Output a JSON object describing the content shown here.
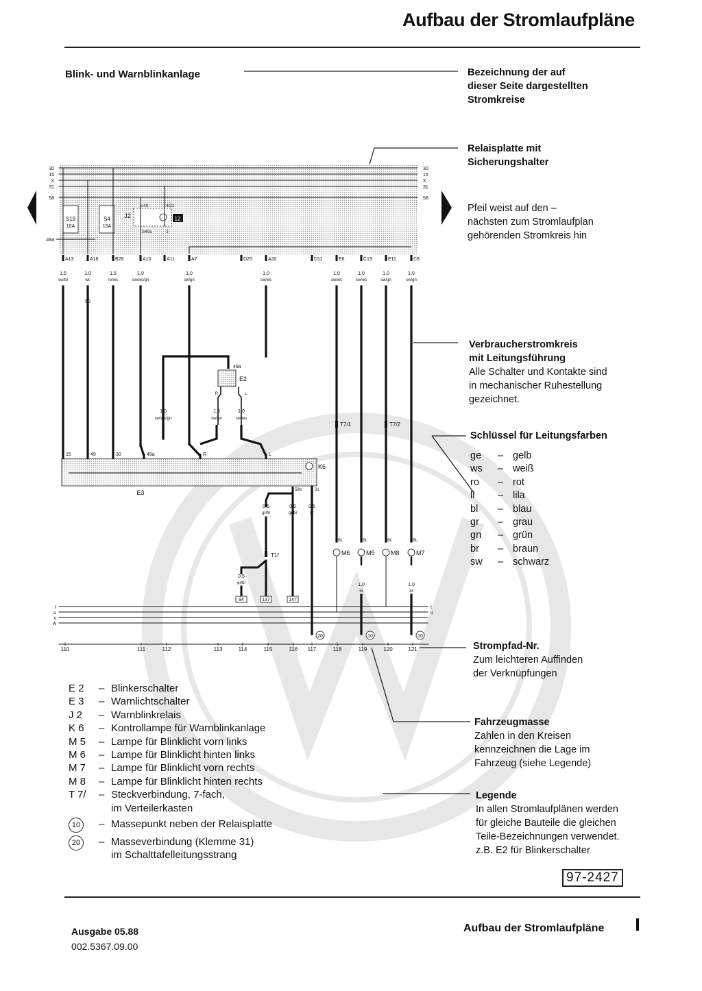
{
  "header": {
    "title": "Aufbau der Stromlaufpläne"
  },
  "circuit_title": "Blink- und Warnblinkanlage",
  "annotations": [
    {
      "lines": [
        "Bezeichnung der auf",
        "dieser Seite dargestellten",
        "Stromkreise"
      ],
      "bold_lines": 3
    },
    {
      "lines": [
        "Relaisplatte mit",
        "Sicherungshalter"
      ],
      "bold_lines": 2
    },
    {
      "lines": [
        "Pfeil weist auf den –",
        "nächsten zum Stromlaufplan",
        "gehörenden Stromkreis hin"
      ],
      "bold_lines": 0
    },
    {
      "lines": [
        "Verbraucherstromkreis",
        "mit Leitungsführung",
        "Alle Schalter und Kontakte sind",
        "in mechanischer Ruhestellung",
        "gezeichnet."
      ],
      "bold_lines": 2
    },
    {
      "lines": [
        "Strompfad-Nr.",
        "Zum leichteren Auffinden",
        "der Verknüpfungen"
      ],
      "bold_lines": 1
    },
    {
      "lines": [
        "Fahrzeugmasse",
        "Zahlen in den Kreisen",
        "kennzeichnen die Lage im",
        "Fahrzeug (siehe Legende)"
      ],
      "bold_lines": 1
    },
    {
      "lines": [
        "Legende",
        "In allen Stromlaufplänen werden",
        "für gleiche Bauteile die gleichen",
        "Teile-Bezeichnungen verwendet.",
        "z.B. E2 für Blinkerschalter"
      ],
      "bold_lines": 1
    }
  ],
  "color_key": {
    "heading": "Schlüssel für Leitungsfarben",
    "items": [
      {
        "code": "ge",
        "name": "gelb"
      },
      {
        "code": "ws",
        "name": "weiß"
      },
      {
        "code": "ro",
        "name": "rot"
      },
      {
        "code": "li",
        "name": "lila"
      },
      {
        "code": "bl",
        "name": "blau"
      },
      {
        "code": "gr",
        "name": "grau"
      },
      {
        "code": "gn",
        "name": "grün"
      },
      {
        "code": "br",
        "name": "braun"
      },
      {
        "code": "sw",
        "name": "schwarz"
      }
    ]
  },
  "legend": [
    {
      "code": "E 2",
      "desc": "Blinkerschalter"
    },
    {
      "code": "E 3",
      "desc": "Warnlichtschalter"
    },
    {
      "code": "J 2",
      "desc": "Warnblinkrelais"
    },
    {
      "code": "K 6",
      "desc": "Kontrollampe für Warnblinkanlage"
    },
    {
      "code": "M 5",
      "desc": "Lampe für Blinklicht vorn links"
    },
    {
      "code": "M 6",
      "desc": "Lampe für Blinklicht hinten links"
    },
    {
      "code": "M 7",
      "desc": "Lampe für Blinklicht vorn rechts"
    },
    {
      "code": "M 8",
      "desc": "Lampe für Blinklicht hinten rechts"
    },
    {
      "code": "T 7/",
      "desc": "Steckverbindung, 7-fach,\nim Verteilerkasten"
    },
    {
      "code": "10",
      "desc": "Massepunkt neben der Relaisplatte",
      "circled": true
    },
    {
      "code": "20",
      "desc": "Masseverbindung (Klemme 31)\nim Schalttafelleitungsstrang",
      "circled": true
    }
  ],
  "diagram": {
    "rails": [
      "30",
      "15",
      "X",
      "31",
      "58",
      "49a"
    ],
    "relay_components": [
      "S19",
      "10A",
      "S4",
      "15A",
      "J2",
      "12",
      "1/49",
      "4/31",
      "3/49a",
      "2"
    ],
    "connectors": [
      "A13",
      "A18",
      "B28",
      "A10",
      "A11",
      "A7",
      "D25",
      "A20",
      "D11",
      "E6",
      "C19",
      "E11",
      "C8"
    ],
    "wires": [
      {
        "size": "1,5",
        "color": "sw/bl"
      },
      {
        "size": "1,0",
        "color": "ws"
      },
      {
        "size": "1,5",
        "color": "ro/ws"
      },
      {
        "size": "1,0",
        "color": "sw/ws/gn"
      },
      {
        "size": "1,0",
        "color": "sw/gn"
      },
      {
        "size": "1,0",
        "color": "sw/ws"
      },
      {
        "size": "1,0",
        "color": "sw/ws"
      },
      {
        "size": "1,0",
        "color": "sw/ws"
      },
      {
        "size": "1,0",
        "color": "sw/gn"
      },
      {
        "size": "1,0",
        "color": "sw/gn"
      }
    ],
    "labels": {
      "e2": "E2",
      "e2_terms": [
        "49a",
        "R",
        "L"
      ],
      "mid_wires": [
        {
          "size": "1,0",
          "color": "sw/ws/gn"
        },
        {
          "size": "1,0",
          "color": "sw/gn"
        },
        {
          "size": "1,0",
          "color": "sw/ws"
        }
      ],
      "e3": "E3",
      "k6": "K6",
      "e3_terms": [
        "15",
        "49",
        "30",
        "49a",
        "R",
        "L"
      ],
      "t7": [
        "T7/1",
        "T7/2"
      ],
      "lamps": [
        "M6",
        "M5",
        "M8",
        "M7"
      ],
      "bl": "BL",
      "k6_wires": [
        {
          "term": "58b",
          "size": "0,5",
          "color": "gr/bl"
        },
        {
          "term": "31",
          "size": "0,5",
          "color": "gr/bl"
        },
        {
          "term": "",
          "size": "0,5",
          "color": "br"
        }
      ],
      "t1f": "T1f",
      "low_wire": {
        "size": "0,5",
        "color": "gr/bl"
      },
      "refs": [
        "94",
        "137",
        "147"
      ],
      "lamp_wires": [
        {
          "size": "1,0",
          "color": "br"
        },
        {
          "size": "1,0",
          "color": "br"
        }
      ],
      "bus": [
        "t",
        "u",
        "v",
        "w"
      ],
      "grounds": [
        "20",
        "10",
        "10"
      ],
      "ws_50": "50"
    },
    "path_numbers": [
      "110",
      "111",
      "112",
      "113",
      "114",
      "115",
      "116",
      "117",
      "118",
      "119",
      "120",
      "121"
    ]
  },
  "footer": {
    "doc_number": "97-2427",
    "edition": "Ausgabe 05.88",
    "part_number": "002.5367.09.00",
    "title": "Aufbau der Stromlaufpläne"
  }
}
